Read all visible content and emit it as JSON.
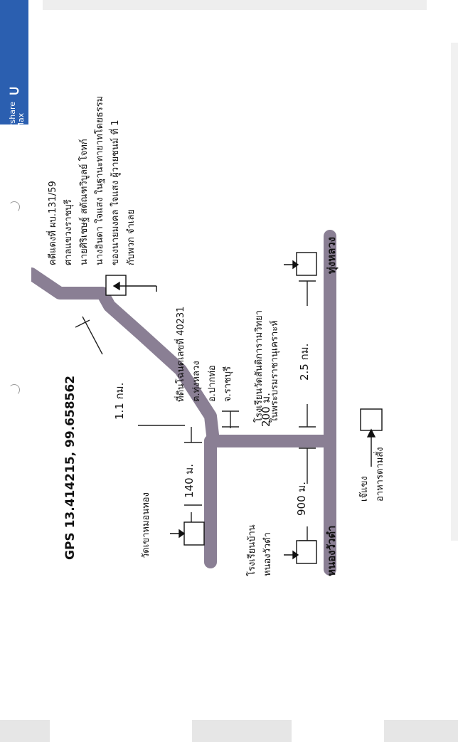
{
  "watermark": {
    "line1": "Wondershare",
    "line2": "EdrawMax",
    "logo_icon": "edrawmax-logo"
  },
  "gps": "GPS 13.414215, 99.658562",
  "places": {
    "nong_wua_dam": "หนองวัวดำ",
    "thung_luang": "ทุ่งหลวง",
    "temple_khao_mo_thong": "วัดเขาหมอนทอง",
    "school_nong_wua_dam": [
      "โรงเรียนบ้าน",
      "หนองวัวดำ"
    ],
    "school_wat_santikaram": [
      "โรงเรียนวัดสันติการามวิทยา",
      "ในพระบรมราชานุเคราะห์"
    ],
    "restaurant": [
      "เจ๊แขง",
      "อาหารตามสั่ง"
    ],
    "land_plot": [
      "ที่ดินโฉนดเลขที่ 40231",
      "ต.ทุ่งหลวง",
      "อ.ปากท่อ",
      "จ.ราชบุรี"
    ],
    "case_info": [
      "คดีแดงที่ ผบ.131/59",
      "ศาลแขวงราชบุรี",
      "นายศิริเชษฐ์ สตัณฑวิบูลย์ โจทก์",
      "นางอินดา ใจแสง ในฐานะทายาทโดยธรรม",
      "ของนายมงคล ใจแสง ผู้วายชนม์ ที่ 1",
      "กับพวก จำเลย"
    ]
  },
  "distances": {
    "d140": "140 ม.",
    "d900": "900 ม.",
    "d200": "200 ม.",
    "d2_5": "2.5 กม.",
    "d1_1": "1.1 กม."
  },
  "colors": {
    "road": "#8a7f94",
    "badge": "#2b5fb0",
    "ink": "#111111"
  }
}
